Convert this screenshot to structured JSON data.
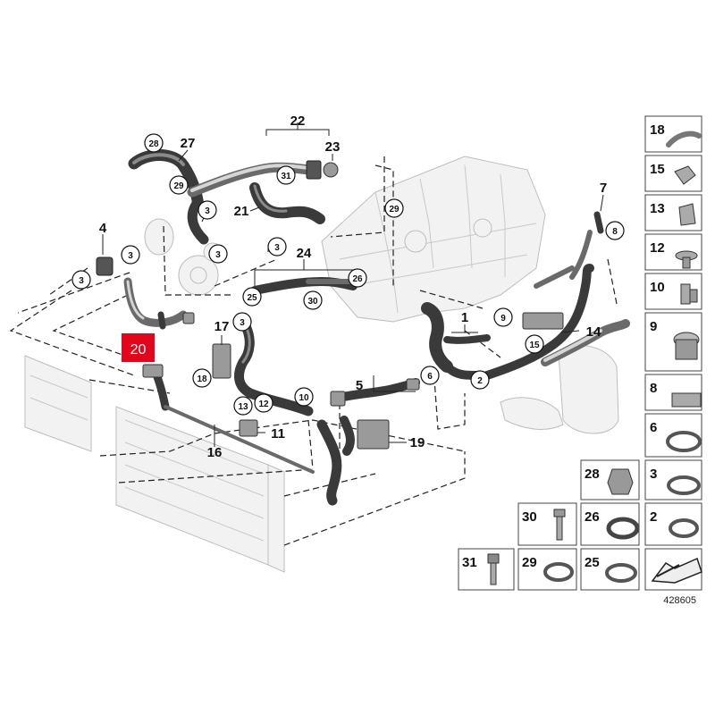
{
  "figure_number": "428605",
  "highlighted_part": "20",
  "parts": {
    "p1": "1",
    "p2": "2",
    "p3": "3",
    "p4": "4",
    "p5": "5",
    "p6": "6",
    "p7": "7",
    "p8": "8",
    "p9": "9",
    "p10": "10",
    "p11": "11",
    "p12": "12",
    "p13": "13",
    "p14": "14",
    "p15": "15",
    "p16": "16",
    "p17": "17",
    "p18": "18",
    "p19": "19",
    "p20": "20",
    "p21": "21",
    "p22": "22",
    "p23": "23",
    "p24": "24",
    "p25": "25",
    "p26": "26",
    "p27": "27",
    "p28": "28",
    "p29": "29",
    "p30": "30",
    "p31": "31"
  },
  "legend": {
    "r18": "18",
    "r15": "15",
    "r13": "13",
    "r12": "12",
    "r10": "10",
    "r9": "9",
    "r8": "8",
    "r6": "6",
    "r28": "28",
    "r3": "3",
    "r30": "30",
    "r26": "26",
    "r2": "2",
    "r31": "31",
    "r29": "29",
    "r25": "25"
  }
}
